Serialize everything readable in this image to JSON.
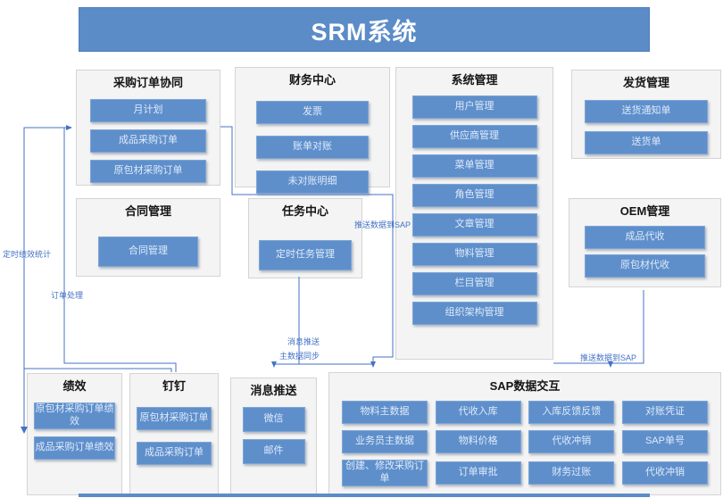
{
  "header": {
    "title": "SRM系统"
  },
  "groups": [
    {
      "id": "purchase",
      "title": "采购订单协同",
      "items": [
        "月计划",
        "成品采购订单",
        "原包材采购订单"
      ]
    },
    {
      "id": "finance",
      "title": "财务中心",
      "items": [
        "发票",
        "账单对账",
        "未对账明细"
      ]
    },
    {
      "id": "system",
      "title": "系统管理",
      "items": [
        "用户管理",
        "供应商管理",
        "菜单管理",
        "角色管理",
        "文章管理",
        "物料管理",
        "栏目管理",
        "组织架构管理"
      ]
    },
    {
      "id": "shipping",
      "title": "发货管理",
      "items": [
        "送货通知单",
        "送货单"
      ]
    },
    {
      "id": "contract",
      "title": "合同管理",
      "items": [
        "合同管理"
      ]
    },
    {
      "id": "task",
      "title": "任务中心",
      "items": [
        "定时任务管理"
      ]
    },
    {
      "id": "oem",
      "title": "OEM管理",
      "items": [
        "成品代收",
        "原包材代收"
      ]
    },
    {
      "id": "performance",
      "title": "绩效",
      "items": [
        "原包材采购订单绩效",
        "成品采购订单绩效"
      ]
    },
    {
      "id": "dingtalk",
      "title": "钉钉",
      "items": [
        "原包材采购订单",
        "成品采购订单"
      ]
    },
    {
      "id": "msgpush",
      "title": "消息推送",
      "items": [
        "微信",
        "邮件"
      ]
    },
    {
      "id": "sap",
      "title": "SAP数据交互",
      "items": [
        "物料主数据",
        "代收入库",
        "入库反馈反馈",
        "对账凭证",
        "业务员主数据",
        "物料价格",
        "代收冲销",
        "SAP单号",
        "创建、修改采购订单",
        "订单审批",
        "财务过账",
        "代收冲销"
      ]
    }
  ],
  "connector_labels": [
    {
      "text": "定时绩效统计"
    },
    {
      "text": "订单处理"
    },
    {
      "text": "消息推送"
    },
    {
      "text": "主数据同步"
    },
    {
      "text": "推送数据到SAP"
    },
    {
      "text": "推送数据到SAP"
    }
  ],
  "colors": {
    "header_blue": "#5b8cc8",
    "node_blue": "#5e8fcb",
    "wire_blue": "#4472c4",
    "group_bg": "#f4f4f4",
    "group_border": "#d4d4d4"
  }
}
